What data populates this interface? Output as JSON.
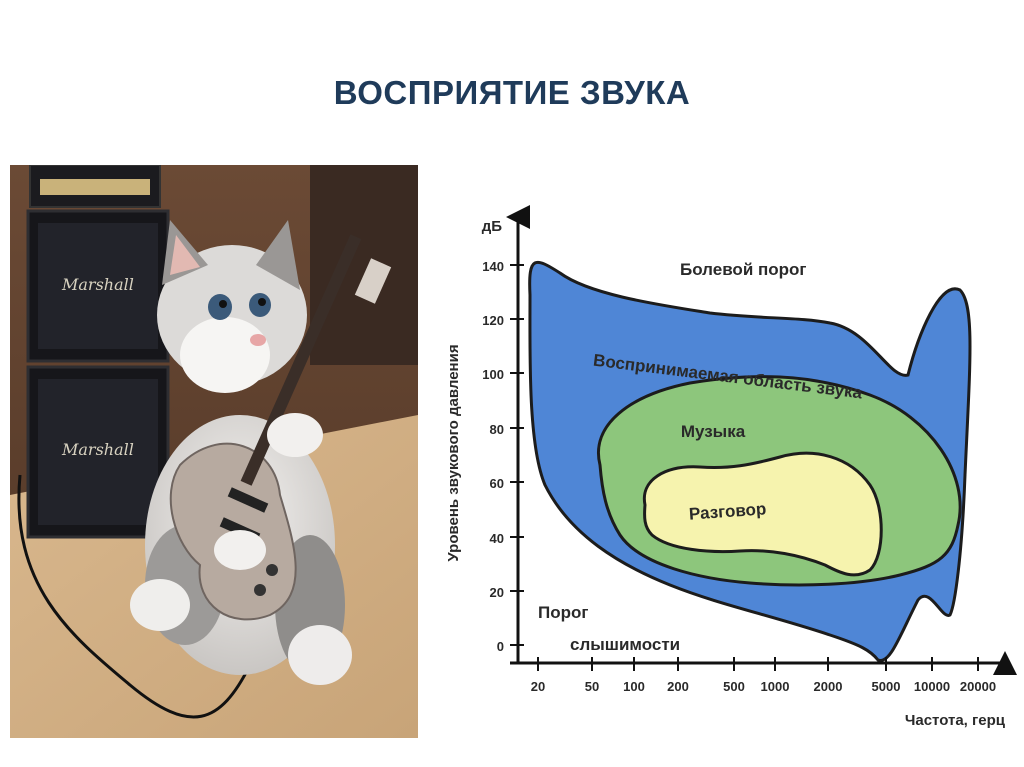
{
  "slide": {
    "title": "ВОСПРИЯТИЕ ЗВУКА"
  },
  "photo": {
    "description_icon": "kitten-guitar-photo",
    "amp_brand": "Marshall"
  },
  "diagram": {
    "y_axis_unit": "дБ",
    "y_axis_label": "Уровень звукового давления",
    "x_axis_label": "Частота, герц",
    "y_ticks": [
      "0",
      "20",
      "40",
      "60",
      "80",
      "100",
      "120",
      "140"
    ],
    "x_ticks": [
      "20",
      "50",
      "100",
      "200",
      "500",
      "1000",
      "2000",
      "5000",
      "10000",
      "20000"
    ],
    "regions": {
      "pain_threshold": "Болевой порог",
      "perceived_area": "Воспринимаемая область звука",
      "music": "Музыка",
      "speech": "Разговор",
      "hearing_threshold_line1": "Порог",
      "hearing_threshold_line2": "слышимости"
    },
    "colors": {
      "perceived_area": "#4f86d6",
      "music": "#8dc67c",
      "speech": "#f6f3ae",
      "outline": "#1c1c1c"
    }
  }
}
